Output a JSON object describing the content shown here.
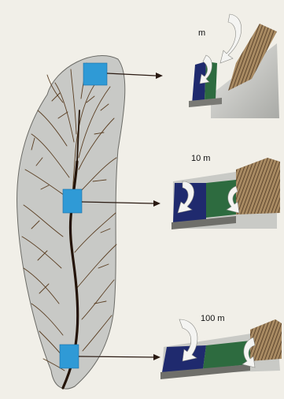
{
  "labels": {
    "top": "m",
    "middle": "10 m",
    "bottom": "100 m"
  },
  "colors": {
    "background": "#f1efe8",
    "basin_fill": "#c8c9c6",
    "basin_stroke": "#6b6b66",
    "river": "#5a3e22",
    "main_channel": "#241408",
    "marker": "#2f9ad6",
    "arrow": "#2a1a12",
    "bank_navy": "#1f2a6e",
    "bank_green": "#2d6b3f",
    "bank_brown": "#8d6c45",
    "flow_arrow": "#f4f4f2",
    "slope_grey": "#b9bab6"
  },
  "icons": {
    "marker": "blue-square",
    "connector": "arrow-right",
    "flow": "curved-white-arrow"
  }
}
